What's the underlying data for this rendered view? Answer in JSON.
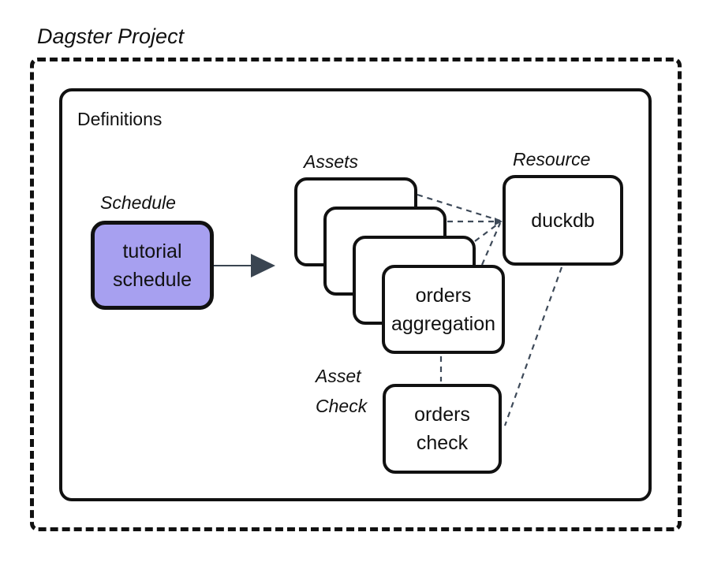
{
  "title": "Dagster Project",
  "definitions_label": "Definitions",
  "schedule": {
    "section_label": "Schedule",
    "node": {
      "line1": "tutorial",
      "line2": "schedule"
    }
  },
  "assets": {
    "section_label": "Assets",
    "stack_count": 4,
    "front_node": {
      "line1": "orders",
      "line2": "aggregation"
    }
  },
  "resource": {
    "section_label": "Resource",
    "node": {
      "label": "duckdb"
    }
  },
  "asset_check": {
    "section_label_line1": "Asset",
    "section_label_line2": "Check",
    "node": {
      "line1": "orders",
      "line2": "check"
    }
  },
  "colors": {
    "background": "#FFFFFF",
    "boundary": "#111111",
    "node_border": "#111111",
    "schedule_fill": "#A7A0F0",
    "connector": "#3E4A59",
    "arrow": "#3A4551"
  }
}
